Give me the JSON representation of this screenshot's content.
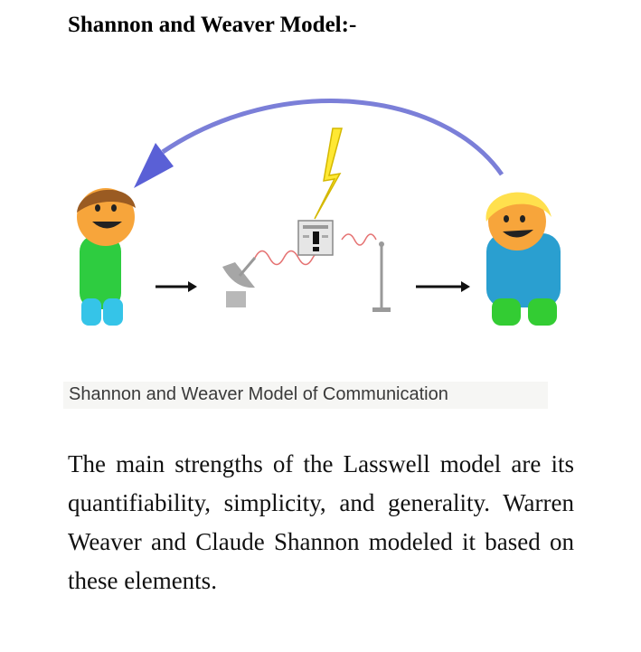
{
  "heading": "Shannon and Weaver Model:-",
  "figure": {
    "caption": "Shannon and Weaver Model of Communication",
    "icons": [
      "sender-person-icon",
      "arrow-right-icon",
      "satellite-dish-icon",
      "lightning-bolt-icon",
      "noise-warning-box-icon",
      "antenna-icon",
      "arrow-right-icon",
      "receiver-person-icon",
      "feedback-arrow-icon"
    ],
    "colors": {
      "feedback_arrow": "#7b7fd8",
      "sender_shirt": "#2ecc40",
      "sender_pants": "#35c4e8",
      "receiver_shirt": "#2a9fd0",
      "receiver_pants": "#33cc33",
      "skin": "#f7a53b",
      "lightning": "#ffe833",
      "noise_wave": "#e57373"
    }
  },
  "paragraph": "The main strengths of the Lasswell model are its quantifiability, simplicity, and generality. Warren Weaver and Claude Shannon modeled it based on these elements."
}
